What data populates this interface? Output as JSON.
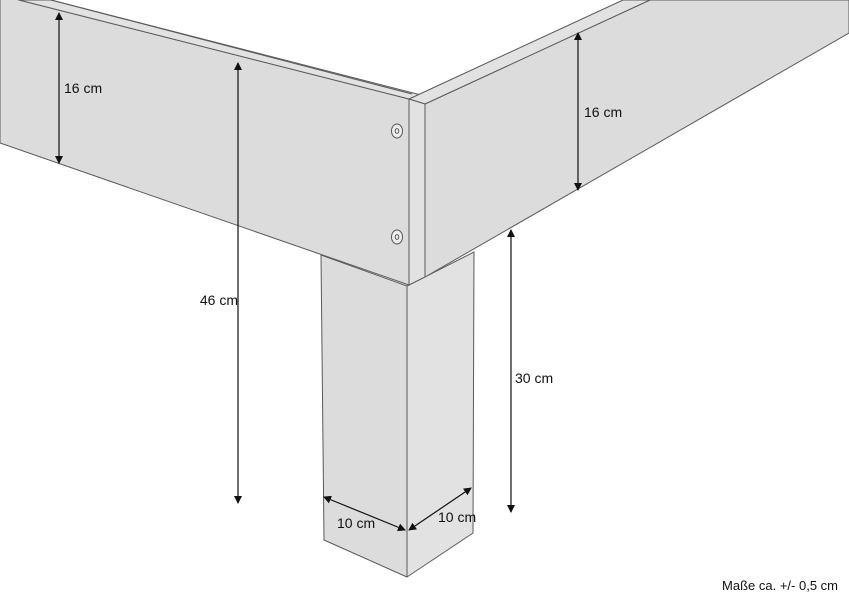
{
  "dimensions": {
    "left_rail_height": "16 cm",
    "right_rail_height": "16 cm",
    "total_height": "46 cm",
    "leg_height": "30 cm",
    "leg_width": "10 cm",
    "leg_depth": "10 cm"
  },
  "footnote": "Maße ca. +/- 0,5 cm",
  "colors": {
    "surface": "#dcdcdc",
    "outline": "#5a5a5a",
    "dimension": "#111111"
  }
}
